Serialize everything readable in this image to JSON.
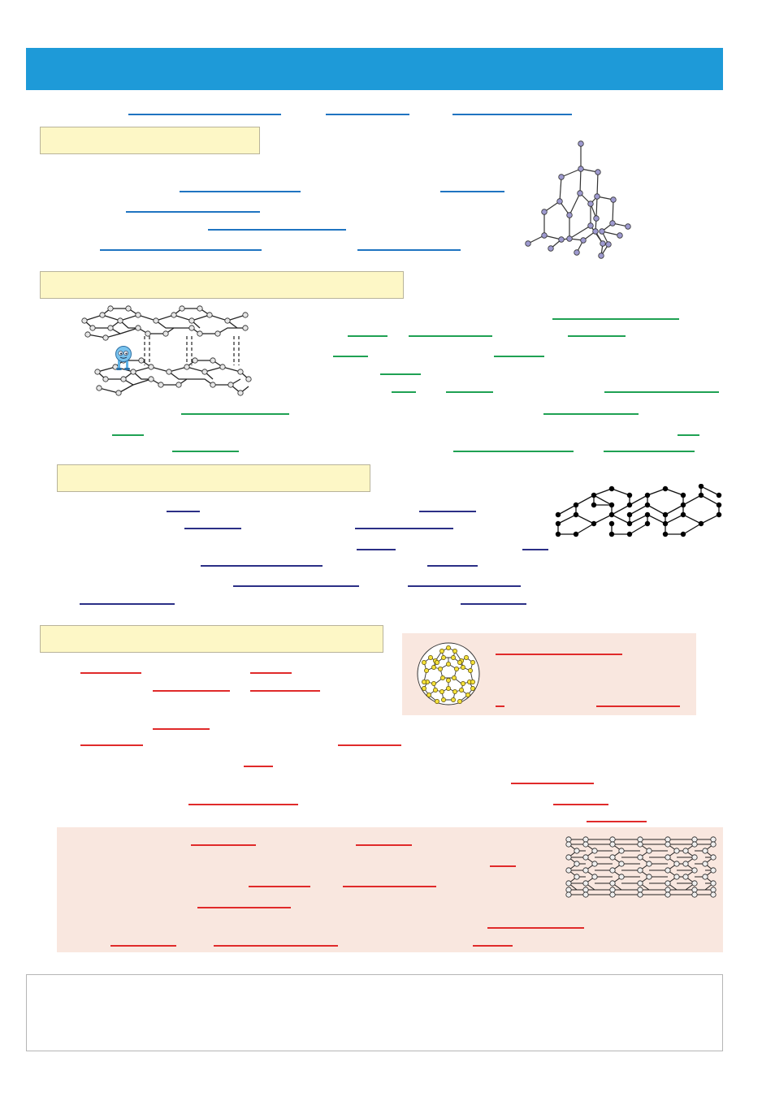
{
  "header": {
    "title": ""
  },
  "sections": [
    {
      "heading": ""
    },
    {
      "heading": ""
    },
    {
      "heading": ""
    },
    {
      "heading": ""
    }
  ],
  "blank_colors": {
    "intro": "#1f74c1",
    "diamond": "#1f74c1",
    "graphite": "#1fa153",
    "graphene": "#2b2f86",
    "fullerenes": "#e02a2a"
  },
  "colors": {
    "header_bar": "#1e9ad8",
    "heading_box": "#fdf7c6",
    "panel": "#f9e7df"
  },
  "figures": {
    "diamond_structure": "diamond-lattice-diagram",
    "graphite_structure": "graphite-layers-diagram",
    "graphene_sheet": "graphene-sheet-diagram",
    "buckminsterfullerene": "c60-ball-diagram",
    "nanotube": "nanotube-diagram",
    "mascot": "electron-mascot-icon"
  },
  "footer": {
    "text": ""
  }
}
